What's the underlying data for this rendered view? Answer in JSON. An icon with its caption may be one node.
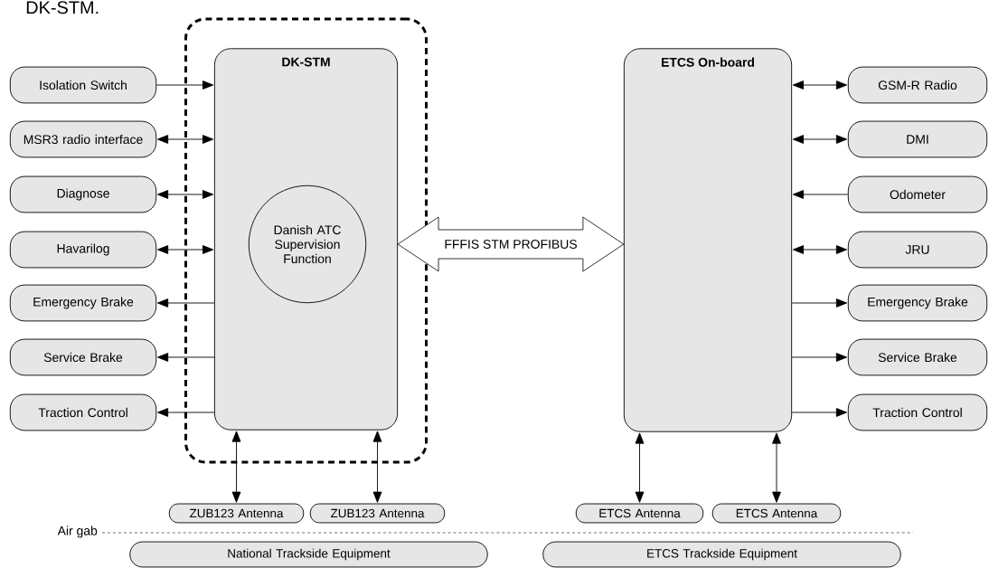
{
  "diagram": {
    "nodes": [
      {
        "text": [],
        "shape": "box"
      },
      {
        "text": [
          "DK-STM"
        ],
        "in": 0
      },
      {
        "text": [
          "Danish ATC Supervision Function"
        ],
        "in": 1
      },
      {
        "text": [
          "ETCS On-board"
        ]
      },
      {
        "text": [
          "Isolation Switch"
        ]
      },
      {
        "text": [
          "MSR3 radio interface"
        ]
      },
      {
        "text": [
          "Diagnose"
        ]
      },
      {
        "text": [
          "Havarilog"
        ]
      },
      {
        "text": [
          "Emergency Brake"
        ]
      },
      {
        "text": [
          "Service Brake"
        ]
      },
      {
        "text": [
          "Traction Control"
        ]
      },
      {
        "text": [
          "GSM-R Radio"
        ]
      },
      {
        "text": [
          "DMI"
        ]
      },
      {
        "text": [
          "Odometer"
        ]
      },
      {
        "text": [
          "JRU"
        ]
      },
      {
        "text": [
          "Emergency Brake"
        ]
      },
      {
        "text": [
          "Service Brake"
        ]
      },
      {
        "text": [
          "Traction Control"
        ]
      },
      {
        "text": [
          "ZUB123 Antenna"
        ]
      },
      {
        "text": [
          "ZUB123 Antenna"
        ]
      },
      {
        "text": [
          "ETCS Antenna"
        ]
      },
      {
        "text": [
          "ETCS Antenna"
        ]
      },
      {
        "text": [
          "National Trackside Equipment"
        ]
      },
      {
        "text": [
          "ETCS Trackside Equipment"
        ]
      }
    ],
    "edges": [
      {
        "from": 4,
        "to": 1,
        "arrow": "to"
      },
      {
        "from": 5,
        "to": 1,
        "arrow": "both"
      },
      {
        "from": 6,
        "to": 1,
        "arrow": "both"
      },
      {
        "from": 7,
        "to": 1,
        "arrow": "both"
      },
      {
        "from": 1,
        "to": 8,
        "arrow": "to"
      },
      {
        "from": 1,
        "to": 9,
        "arrow": "to"
      },
      {
        "from": 1,
        "to": 10,
        "arrow": "to"
      },
      {
        "from": 3,
        "to": 11,
        "arrow": "both"
      },
      {
        "from": 3,
        "to": 12,
        "arrow": "both"
      },
      {
        "from": 13,
        "to": 3,
        "arrow": "to"
      },
      {
        "from": 3,
        "to": 14,
        "arrow": "both"
      },
      {
        "from": 3,
        "to": 15,
        "arrow": "to"
      },
      {
        "from": 3,
        "to": 16,
        "arrow": "to"
      },
      {
        "from": 3,
        "to": 17,
        "arrow": "to"
      },
      {
        "from": 1,
        "to": 18,
        "arrow": "both"
      },
      {
        "from": 1,
        "to": 19,
        "arrow": "both"
      },
      {
        "from": 3,
        "to": 20,
        "arrow": "both"
      },
      {
        "from": 3,
        "to": 21,
        "arrow": "both"
      },
      {
        "from": 1,
        "to": 3,
        "arrow": "both",
        "label": "FFFIS STM PROFIBUS",
        "style": "thick"
      }
    ],
    "labels": [
      "DK-STM.",
      "Air gab"
    ]
  }
}
